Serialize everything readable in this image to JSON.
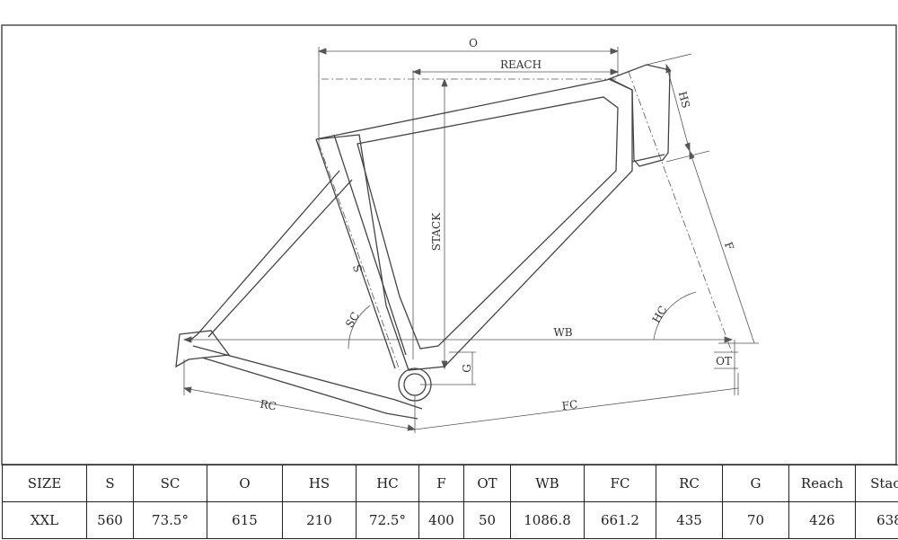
{
  "diagram": {
    "dimension_labels": {
      "o": "O",
      "reach": "REACH",
      "hs": "HS",
      "stack": "STACK",
      "f": "F",
      "s": "S",
      "sc": "SC",
      "hc": "HC",
      "wb": "WB",
      "g": "G",
      "ot": "OT",
      "rc": "RC",
      "fc": "FC"
    }
  },
  "table": {
    "headers": [
      "SIZE",
      "S",
      "SC",
      "O",
      "HS",
      "HC",
      "F",
      "OT",
      "WB",
      "FC",
      "RC",
      "G",
      "Reach",
      "Stack"
    ],
    "rows": [
      [
        "XXL",
        "560",
        "73.5°",
        "615",
        "210",
        "72.5°",
        "400",
        "50",
        "1086.8",
        "661.2",
        "435",
        "70",
        "426",
        "638"
      ]
    ]
  }
}
